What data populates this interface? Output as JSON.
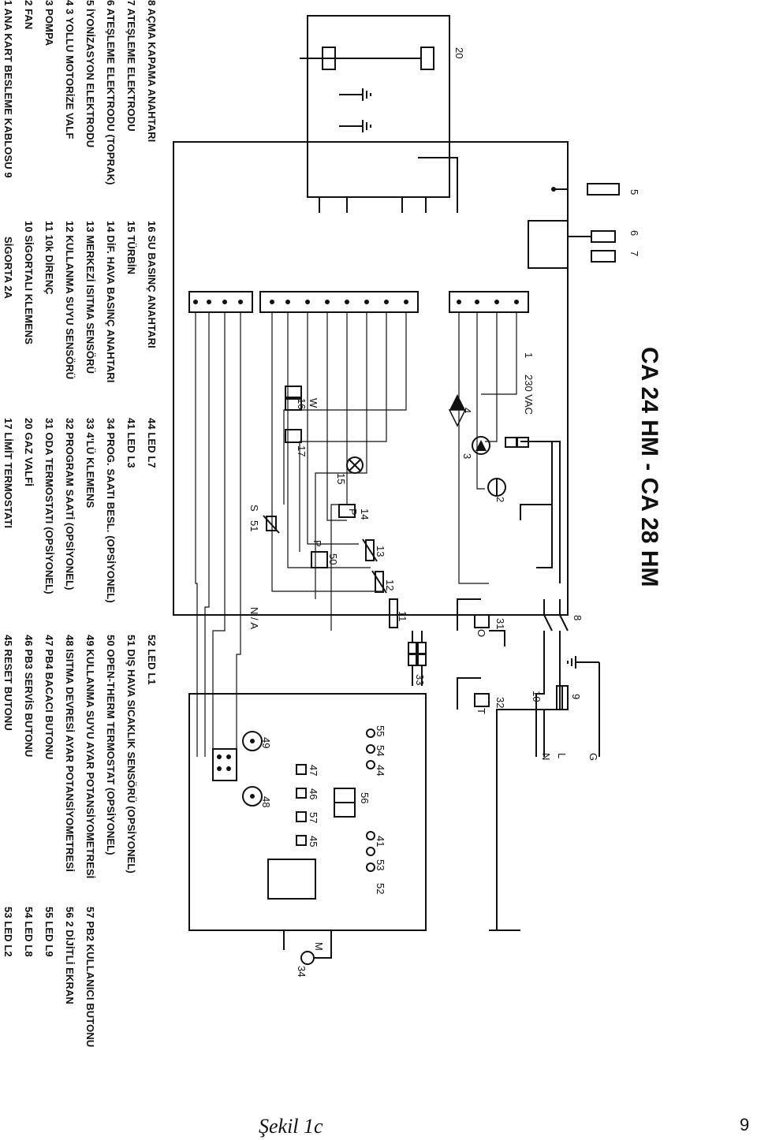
{
  "title": "CA 24 HM - CA 28 HM",
  "supply_label": "230 VAC",
  "caption": "Şekil 1c",
  "page_number": "9",
  "line_labels": [
    "L",
    "N",
    "G"
  ],
  "misc_labels": {
    "n_a": "N / A",
    "w": "W",
    "p": "P",
    "p2": "P",
    "s": "S",
    "m": "M",
    "o": "O",
    "t": "T"
  },
  "component_numbers": [
    "1",
    "2",
    "3",
    "4",
    "5",
    "6",
    "7",
    "8",
    "9",
    "10",
    "11",
    "12",
    "13",
    "14",
    "15",
    "16",
    "17",
    "20",
    "31",
    "32",
    "33",
    "34",
    "41",
    "44",
    "45",
    "46",
    "47",
    "48",
    "49",
    "50",
    "51",
    "52",
    "53",
    "54",
    "55",
    "56",
    "57"
  ],
  "legend": {
    "col1": [
      "1  ANA KART BESLEME KABLOSU  9",
      "2  FAN",
      "3  POMPA",
      "4  3 YOLLU MOTORİZE VALF",
      "5  İYONİZASYON ELEKTRODU",
      "6  ATEŞLEME ELEKTRODU (TOPRAK)",
      "7  ATEŞLEME ELEKTRODU",
      "8  AÇMA KAPAMA ANAHTARI"
    ],
    "col2": [
      "SİGORTA 2A",
      "10 SİGORTALI KLEMENS",
      "11 10k DİRENÇ",
      "12 KULLANMA SUYU SENSÖRÜ",
      "13 MERKEZİ ISITMA SENSÖRÜ",
      "14 DİF. HAVA BASINÇ ANAHTARI",
      "15 TÜRBİN",
      "16 SU BASINÇ ANAHTARI"
    ],
    "col3": [
      "17 LİMİT TERMOSTATI",
      "20 GAZ VALFİ",
      "31 ODA TERMOSTATI (OPSİYONEL)",
      "32 PROGRAM SAATİ (OPSİYONEL)",
      "33 4'LÜ KLEMENS",
      "34 PROG. SAATI BESL. (OPSİYONEL)",
      "41 LED L3",
      "44 LED L7"
    ],
    "col4": [
      "45 RESET BUTONU",
      "46 PB3 SERVİS BUTONU",
      "47 PB4 BACACI BUTONU",
      "48 ISITMA DEVRESİ AYAR POTANSİYOMETRESİ",
      "49 KULLANMA SUYU AYAR POTANSİYOMETRESİ",
      "50 OPEN-THERM TERMOSTAT (OPSİYONEL)",
      "51 DIŞ HAVA SICAKLIK SENSÖRÜ (OPSİYONEL)",
      "52 LED L1"
    ],
    "col5": [
      "53 LED L2",
      "54 LED L8",
      "55 LED L9",
      "56  2 DİJİTLİ EKRAN",
      "57 PB2 KULLANICI BUTONU"
    ]
  }
}
